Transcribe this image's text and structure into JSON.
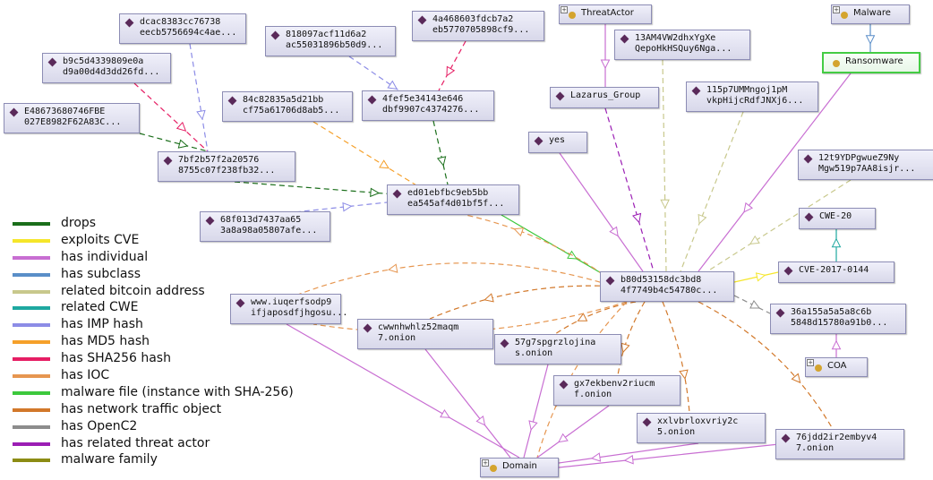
{
  "nodes": {
    "threat_actor": {
      "label": "ThreatActor",
      "icon": "class-icon"
    },
    "malware": {
      "label": "Malware",
      "icon": "class-icon"
    },
    "ransomware": {
      "label": "Ransomware",
      "icon": "class-icon"
    },
    "domain": {
      "label": "Domain",
      "icon": "class-icon"
    },
    "coa": {
      "label": "COA",
      "icon": "class-icon"
    },
    "lazarus": {
      "label": "Lazarus_Group"
    },
    "yes": {
      "label": "yes"
    },
    "cwe20": {
      "label": "CWE-20"
    },
    "cve": {
      "label": "CVE-2017-0144"
    },
    "n_dcac": {
      "line1": "dcac8383cc76738",
      "line2": "eecb5756694c4ae..."
    },
    "n_4a46": {
      "line1": "4a468603fdcb7a2",
      "line2": "eb5770705898cf9..."
    },
    "n_8180": {
      "line1": "818097acf11d6a2",
      "line2": "ac55031896b50d9..."
    },
    "n_b9c5": {
      "line1": "b9c5d4339809e0a",
      "line2": "d9a00d4d3dd26fd..."
    },
    "n_84c8": {
      "line1": "84c82835a5d21bb",
      "line2": "cf75a61706d8ab5..."
    },
    "n_4fef": {
      "line1": "4fef5e34143e646",
      "line2": "dbf9907c4374276..."
    },
    "n_e486": {
      "line1": "E48673680746FBE",
      "line2": "027E8982F62A83C..."
    },
    "n_7bf2": {
      "line1": "7bf2b57f2a20576",
      "line2": "8755c07f238fb32..."
    },
    "n_ed01": {
      "line1": "ed01ebfbc9eb5bb",
      "line2": "ea545af4d01bf5f..."
    },
    "n_68f0": {
      "line1": "68f013d7437aa65",
      "line2": "3a8a98a05807afe..."
    },
    "n_13am": {
      "line1": "13AM4VW2dhxYgXe",
      "line2": "QepoHkHSQuy6Nga..."
    },
    "n_115p": {
      "line1": "115p7UMMngoj1pM",
      "line2": "vkpHijcRdfJNXj6..."
    },
    "n_12t9": {
      "line1": "12t9YDPgwueZ9Ny",
      "line2": "Mgw519p7AA8isjr..."
    },
    "n_b80d": {
      "line1": "b80d53158dc3bd8",
      "line2": "4f7749b4c54780c..."
    },
    "n_36a1": {
      "line1": "36a155a5a5a8c6b",
      "line2": "5848d15780a91b0..."
    },
    "n_iuqe": {
      "line1": "www.iuqerfsodp9",
      "line2": "ifjaposdfjhgosu..."
    },
    "n_cwwn": {
      "line1": "cwwnhwhlz52maqm",
      "line2": "7.onion"
    },
    "n_57g7": {
      "line1": "57g7spgrzlojina",
      "line2": "s.onion"
    },
    "n_gx7e": {
      "line1": "gx7ekbenv2riucm",
      "line2": "f.onion"
    },
    "n_xxlv": {
      "line1": "xxlvbrloxvriy2c",
      "line2": "5.onion"
    },
    "n_76jd": {
      "line1": "76jdd2ir2embyv4",
      "line2": "7.onion"
    }
  },
  "legend": [
    {
      "label": "drops",
      "color": "#1a6e1a"
    },
    {
      "label": "exploits CVE",
      "color": "#f5e62a"
    },
    {
      "label": "has individual",
      "color": "#c86ed2"
    },
    {
      "label": "has subclass",
      "color": "#5a8ec8"
    },
    {
      "label": "related bitcoin address",
      "color": "#c8c88c"
    },
    {
      "label": "related CWE",
      "color": "#1ea8a0"
    },
    {
      "label": "has IMP hash",
      "color": "#8c8ce6"
    },
    {
      "label": "has MD5 hash",
      "color": "#f5a02a"
    },
    {
      "label": "has SHA256 hash",
      "color": "#e61e64"
    },
    {
      "label": "has IOC",
      "color": "#e69650"
    },
    {
      "label": "malware file (instance with SHA-256)",
      "color": "#3cc83c"
    },
    {
      "label": "has network traffic object",
      "color": "#d2782a"
    },
    {
      "label": "has OpenC2",
      "color": "#8c8c8c"
    },
    {
      "label": "has related threat actor",
      "color": "#9b1eb4"
    },
    {
      "label": "malware family",
      "color": "#8c8c14"
    }
  ]
}
